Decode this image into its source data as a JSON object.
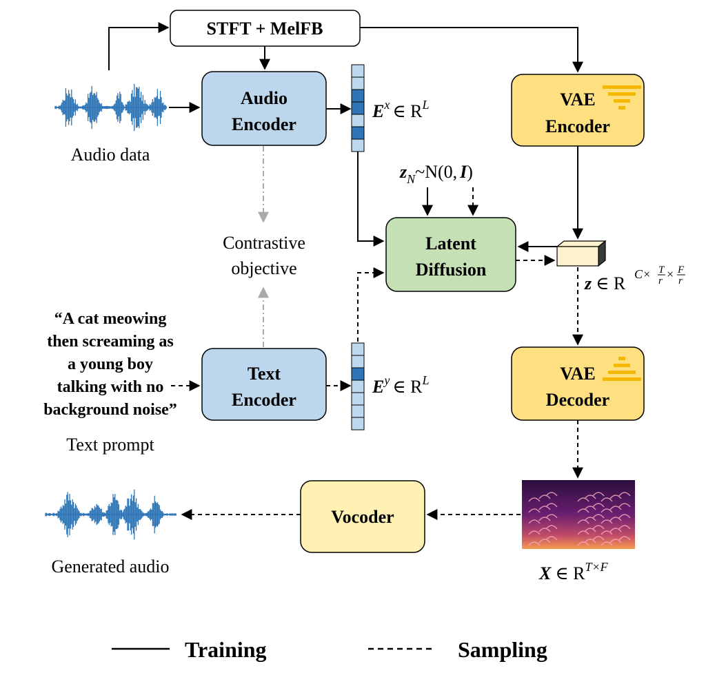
{
  "colors": {
    "blue_box": "#bcd6ee",
    "yellow_box": "#fff0b3",
    "vae_box": "#ffe080",
    "green_box": "#c5e0b4",
    "embed_fill": "#bdd7ee",
    "embed_dark": "#2e75b6",
    "waveform": "#2e75b6",
    "contrastive_arrow": "#aaaaaa"
  },
  "stft_box": {
    "label": "STFT + MelFB"
  },
  "audio_encoder": {
    "line1": "Audio",
    "line2": "Encoder"
  },
  "text_encoder": {
    "line1": "Text",
    "line2": "Encoder"
  },
  "latent_diffusion": {
    "line1": "Latent",
    "line2": "Diffusion"
  },
  "vae_encoder": {
    "line1": "VAE",
    "line2": "Encoder"
  },
  "vae_decoder": {
    "line1": "VAE",
    "line2": "Decoder"
  },
  "vocoder": {
    "label": "Vocoder"
  },
  "audio_data": {
    "label": "Audio data"
  },
  "generated_audio": {
    "label": "Generated audio"
  },
  "text_prompt": {
    "lines": [
      "“A cat meowing",
      "then screaming as",
      "a young boy",
      "talking with no",
      "background noise”"
    ],
    "caption": "Text prompt"
  },
  "contrastive": {
    "line1": "Contrastive",
    "line2": "objective"
  },
  "math": {
    "ex_sym": "E",
    "ex_sup": "x",
    "ey_sym": "E",
    "ey_sup": "y",
    "in_r": "∈ R",
    "l_sup": "L",
    "zn_z": "z",
    "zn_sub": "N",
    "zn_rest": "~N(0,",
    "zn_i": "I",
    "zn_close": ")",
    "z_sym": "z",
    "z_sup": "C×",
    "z_t": "T",
    "z_r": "r",
    "z_times": "×",
    "z_f": "F",
    "x_sym": "X",
    "x_sup": "T×F"
  },
  "legend": {
    "training": "Training",
    "sampling": "Sampling"
  },
  "embedding_x": {
    "highlighted": [
      2,
      3,
      5
    ]
  },
  "embedding_y": {
    "highlighted": [
      2
    ]
  }
}
